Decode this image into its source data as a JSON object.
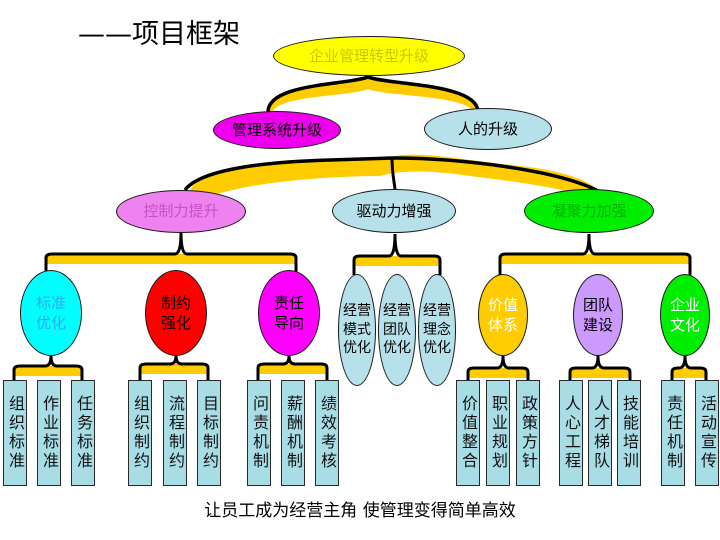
{
  "title": "——项目框架",
  "root": {
    "label": "企业管理转型升级",
    "color": "#ffff00",
    "text_color": "#c8c800"
  },
  "level1": [
    {
      "label": "管理系统升级",
      "color": "#ee00ee"
    },
    {
      "label": "人的升级",
      "color": "#b7e1ea"
    }
  ],
  "level2": [
    {
      "label": "控制力提升",
      "color": "#ee82ee",
      "text_color": "#c850c8"
    },
    {
      "label": "驱动力增强",
      "color": "#b7e1ea"
    },
    {
      "label": "凝聚力加强",
      "color": "#00ee00",
      "text_color": "#00b000"
    }
  ],
  "level3": [
    {
      "label": "标准\n优化",
      "color": "#00ffff",
      "text_color": "#33aaee"
    },
    {
      "label": "制约\n强化",
      "color": "#ff0000"
    },
    {
      "label": "责任\n导向",
      "color": "#ff00ff"
    },
    {
      "label": "经营\n模式\n优化",
      "color": "#b7e1ea"
    },
    {
      "label": "经营\n团队\n优化",
      "color": "#b7e1ea"
    },
    {
      "label": "经营\n理念\n优化",
      "color": "#b7e1ea"
    },
    {
      "label": "价值\n体系",
      "color": "#ffcc00",
      "text_color": "#ffffff"
    },
    {
      "label": "团队\n建设",
      "color": "#cc99ff"
    },
    {
      "label": "企业\n文化",
      "color": "#00ee00",
      "text_color": "#ffffff"
    }
  ],
  "leaves": [
    "组织标准",
    "作业标准",
    "任务标准",
    "组织制约",
    "流程制约",
    "目标制约",
    "问责机制",
    "薪酬机制",
    "绩效考核",
    "价值整合",
    "职业规划",
    "政策方针",
    "人心工程",
    "人才梯队",
    "技能培训",
    "责任机制",
    "活动宣传"
  ],
  "footer": "让员工成为经营主角  使管理变得简单高效",
  "brace_colors": {
    "fill": "#ffcc00",
    "stroke": "#000000"
  }
}
